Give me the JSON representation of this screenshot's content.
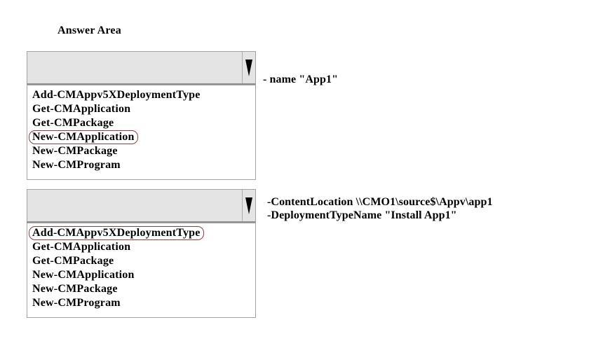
{
  "title": "Answer Area",
  "colors": {
    "highlight_border": "#8b4045",
    "header_fill": "#e4e4e4",
    "box_border": "#a3a3a3",
    "text": "#000000"
  },
  "icons": {
    "dropdown_arrow": "chevron-down-icon"
  },
  "dropdowns": [
    {
      "selected_value": "",
      "circled_index": 3,
      "options": [
        "Add-CMAppv5XDeploymentType",
        "Get-CMApplication",
        "Get-CMPackage",
        "New-CMApplication",
        "New-CMPackage",
        "New-CMProgram"
      ],
      "side_lines": [
        "- name \"App1\""
      ]
    },
    {
      "selected_value": "",
      "circled_index": 0,
      "options": [
        "Add-CMAppv5XDeploymentType",
        "Get-CMApplication",
        "Get-CMPackage",
        "New-CMApplication",
        "New-CMPackage",
        "New-CMProgram"
      ],
      "side_lines": [
        "-ContentLocation \\\\CMO1\\source$\\Appv\\app1",
        "-DeploymentTypeName \"Install App1\""
      ]
    }
  ]
}
